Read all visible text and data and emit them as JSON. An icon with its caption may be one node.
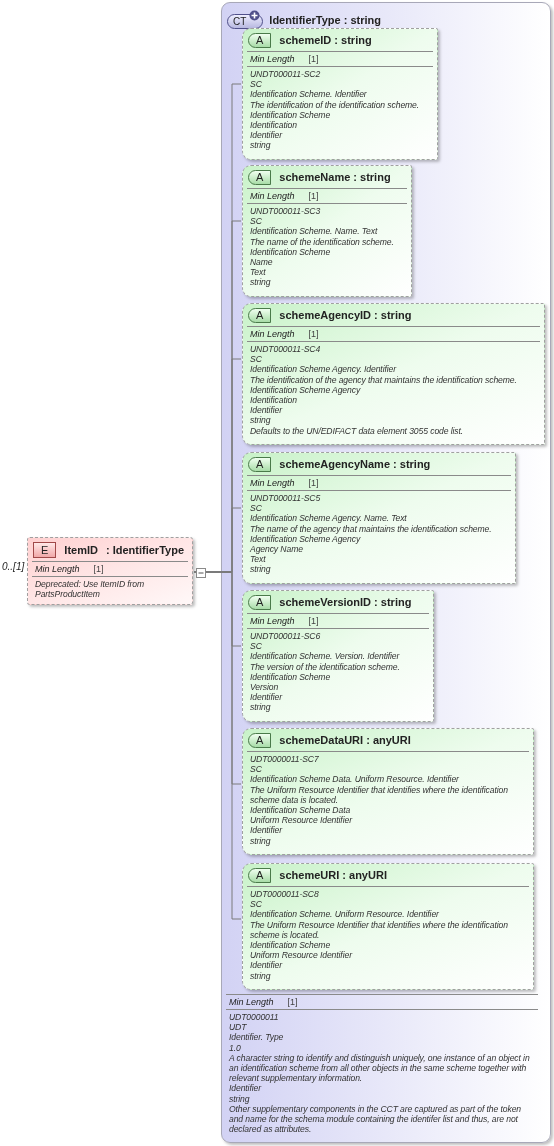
{
  "diagram": {
    "nodes": [
      {
        "text": [
          "E",
          "ItemID",
          ": IdentifierType",
          "Min Length",
          "[1]",
          "Deprecated: Use ItemID from PartsProductItem"
        ],
        "beside": [
          "0..[1]"
        ]
      },
      {
        "text": [
          "CT",
          "IdentifierType : string",
          "Min Length",
          "[1]",
          "UDT0000011",
          "UDT",
          "Identifier. Type",
          "1.0",
          "A character string to identify and distinguish uniquely, one instance of an object in an identification scheme from all other objects in the same scheme together with relevant supplementary information.",
          "Identifier",
          "string",
          "Other supplementary components in the CCT are captured as part of the token and name for the schema module containing the identifer list and thus, are not declared as attributes."
        ]
      },
      {
        "text": [
          "A",
          "schemeID : string",
          "Min Length",
          "[1]",
          "UNDT000011-SC2",
          "SC",
          "Identification Scheme. Identifier",
          "The identification of the identification scheme.",
          "Identification Scheme",
          "Identification",
          "Identifier",
          "string"
        ],
        "in": 1
      },
      {
        "text": [
          "A",
          "schemeName : string",
          "Min Length",
          "[1]",
          "UNDT000011-SC3",
          "SC",
          "Identification Scheme. Name. Text",
          "The name of the identification scheme.",
          "Identification Scheme",
          "Name",
          "Text",
          "string"
        ],
        "in": 1
      },
      {
        "text": [
          "A",
          "schemeAgencyID : string",
          "Min Length",
          "[1]",
          "UNDT000011-SC4",
          "SC",
          "Identification Scheme Agency. Identifier",
          "The identification of the agency that maintains the identification scheme.",
          "Identification Scheme Agency",
          "Identification",
          "Identifier",
          "string",
          "Defaults to the UN/EDIFACT data element 3055 code list."
        ],
        "in": 1
      },
      {
        "text": [
          "A",
          "schemeAgencyName : string",
          "Min Length",
          "[1]",
          "UNDT000011-SC5",
          "SC",
          "Identification Scheme Agency. Name. Text",
          "The name of the agency that maintains the identification scheme.",
          "Identification Scheme Agency",
          "Agency Name",
          "Text",
          "string"
        ],
        "in": 1
      },
      {
        "text": [
          "A",
          "schemeVersionID : string",
          "Min Length",
          "[1]",
          "UNDT000011-SC6",
          "SC",
          "Identification Scheme. Version. Identifier",
          "The version of the identification scheme.",
          "Identification Scheme",
          "Version",
          "Identifier",
          "string"
        ],
        "in": 1
      },
      {
        "text": [
          "A",
          "schemeDataURI : anyURI",
          "UDT0000011-SC7",
          "SC",
          "Identification Scheme Data. Uniform Resource. Identifier",
          "The Uniform Resource Identifier that identifies where the identification scheme data is located.",
          "Identification Scheme Data",
          "Uniform Resource Identifier",
          "Identifier",
          "string"
        ],
        "in": 1
      },
      {
        "text": [
          "A",
          "schemeURI : anyURI",
          "UDT0000011-SC8",
          "SC",
          "Identification Scheme. Uniform Resource. Identifier",
          "The Uniform Resource Identifier that identifies where the identification scheme is located.",
          "Identification Scheme",
          "Uniform Resource Identifier",
          "Identifier",
          "string"
        ],
        "in": 1
      }
    ],
    "edges": [
      {
        "from": 0,
        "to": 2,
        "arrow": "none"
      },
      {
        "from": 0,
        "to": 3,
        "arrow": "none"
      },
      {
        "from": 0,
        "to": 4,
        "arrow": "none"
      },
      {
        "from": 0,
        "to": 5,
        "arrow": "none"
      },
      {
        "from": 0,
        "to": 6,
        "arrow": "none"
      },
      {
        "from": 0,
        "to": 7,
        "arrow": "none"
      },
      {
        "from": 0,
        "to": 8,
        "arrow": "none"
      }
    ]
  }
}
